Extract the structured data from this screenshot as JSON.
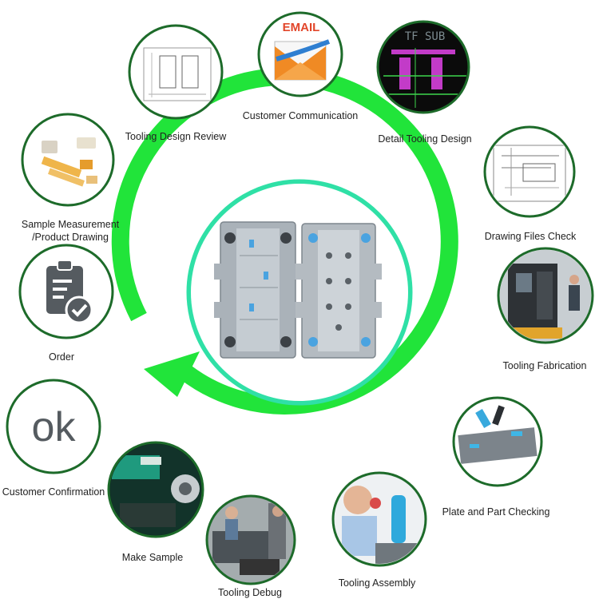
{
  "center": {
    "image": "progressive-die-tooling-photo"
  },
  "colors": {
    "arrow_green": "#21e43a",
    "inner_ring": "#2fe0a6",
    "node_border": "#1d6b2a",
    "panel": "#b9c0c6"
  },
  "steps": [
    {
      "label": "Customer Communication",
      "icon": "email-envelope-icon"
    },
    {
      "label": "Detail Tooling Design",
      "icon": "cad-design-screen-icon"
    },
    {
      "label": "Drawing Files Check",
      "icon": "technical-drawing-icon"
    },
    {
      "label": "Tooling Fabrication",
      "icon": "cnc-machine-photo-icon"
    },
    {
      "label": "Plate and Part Checking",
      "icon": "die-plate-parts-icon"
    },
    {
      "label": "Tooling Assembly",
      "icon": "worker-assembly-icon"
    },
    {
      "label": "Tooling Debug",
      "icon": "debug-press-photo-icon"
    },
    {
      "label": "Make Sample",
      "icon": "sample-press-photo-icon"
    },
    {
      "label": "Customer Confirmation",
      "icon": "ok-text-icon",
      "icon_text": "ok"
    },
    {
      "label": "Order",
      "icon": "clipboard-check-icon"
    },
    {
      "label": "Sample Measurement",
      "label2": "/Product Drawing",
      "icon": "sample-parts-icon"
    },
    {
      "label": "Tooling Design Review",
      "icon": "design-review-drawing-icon"
    }
  ],
  "email_icon_text": "EMAIL",
  "cad_icon_text": "TF SUB"
}
